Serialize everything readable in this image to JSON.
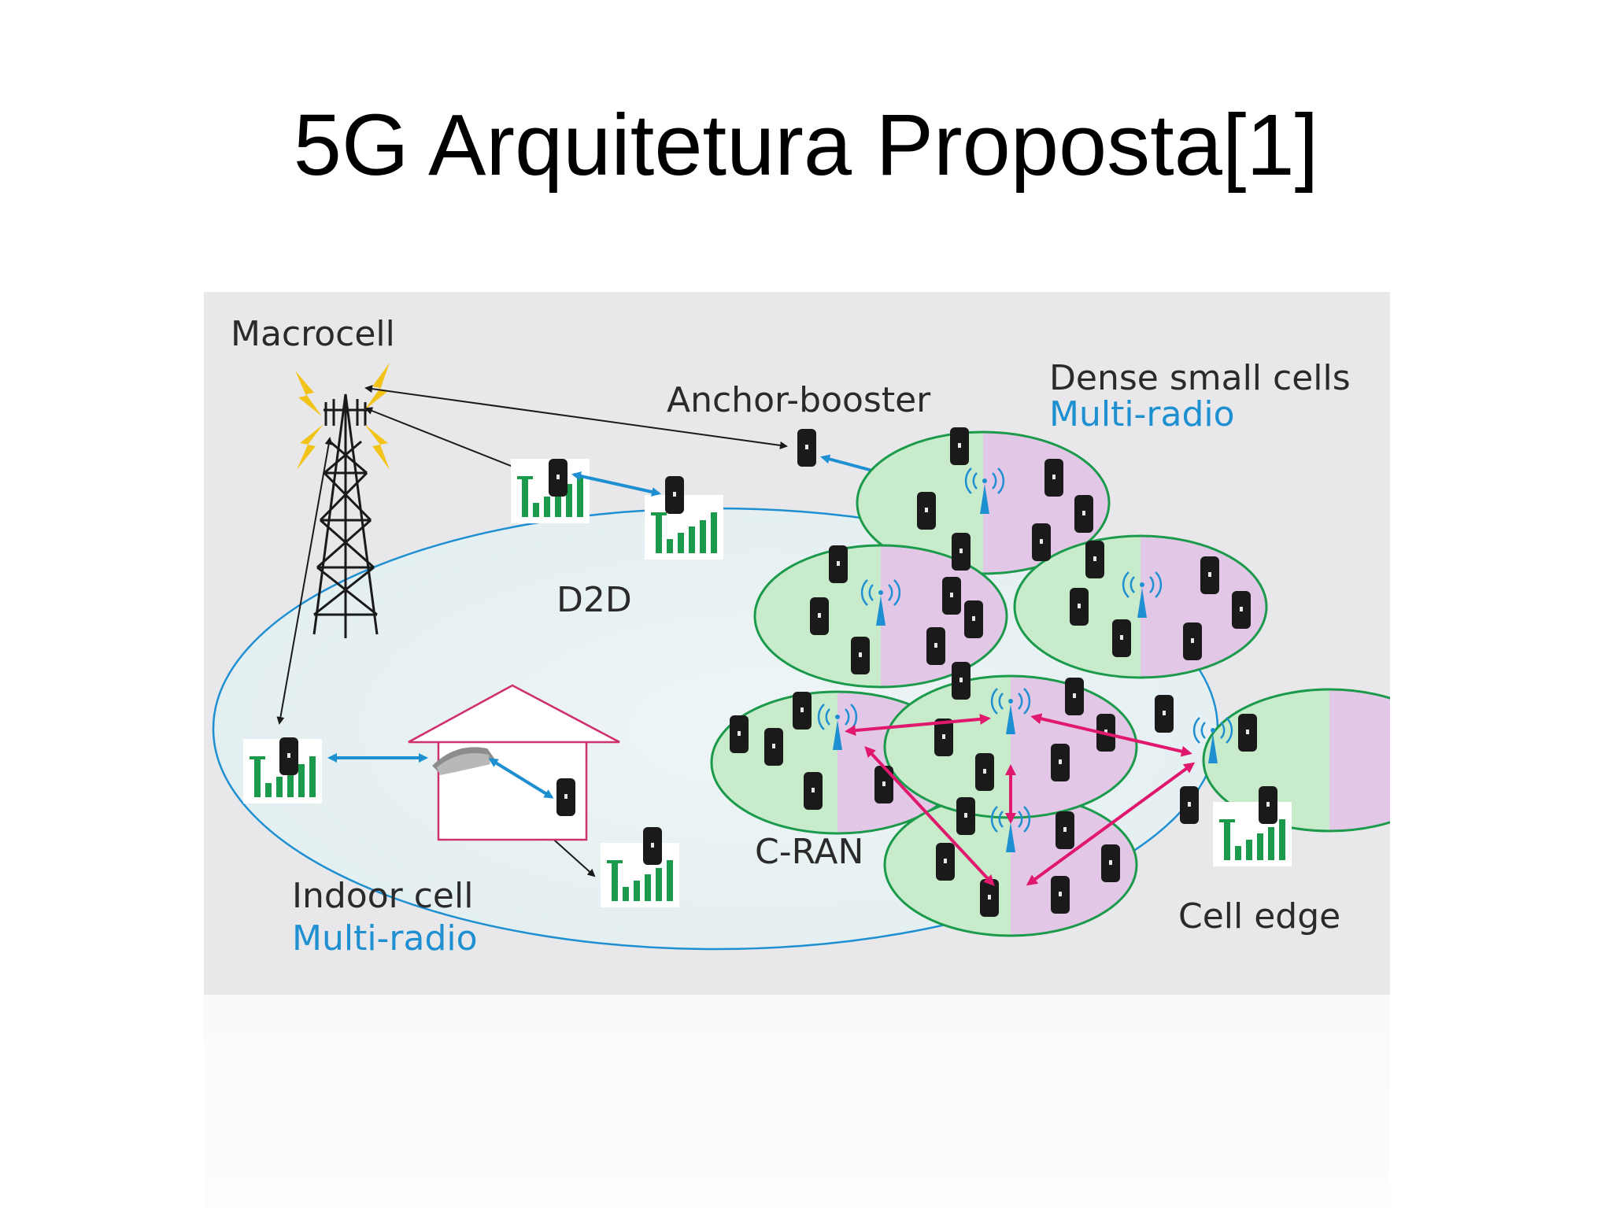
{
  "slide": {
    "title": "5G Arquitetura Proposta[1]"
  },
  "diagram": {
    "labels": {
      "macrocell": "Macrocell",
      "anchor_booster": "Anchor-booster",
      "dense_small_cells": "Dense small cells",
      "dense_multi_radio": "Multi-radio",
      "d2d": "D2D",
      "c_ran": "C-RAN",
      "indoor_cell": "Indoor cell",
      "indoor_multi_radio": "Multi-radio",
      "cell_edge": "Cell edge"
    },
    "colors": {
      "background": "#e8e8ea",
      "coverage_ellipse": "#1e8fd0",
      "small_cell_stroke": "#1a9a4a",
      "small_cell_green": "#c8ebcb",
      "small_cell_purple": "#e2c7e6",
      "d2d_link": "#1e8fd0",
      "cran_link": "#e0186e",
      "macro_link": "#1a1a1a",
      "signal_bars": "#1a9a4a",
      "house": "#d0316e",
      "lightning": "#f2c318",
      "multi_radio_text": "#1e8fd0"
    },
    "icons": [
      "macrocell-tower-icon",
      "phone-icon",
      "signal-bars-icon",
      "small-cell-antenna-icon",
      "indoor-router-icon",
      "house-icon",
      "lightning-icon"
    ]
  }
}
